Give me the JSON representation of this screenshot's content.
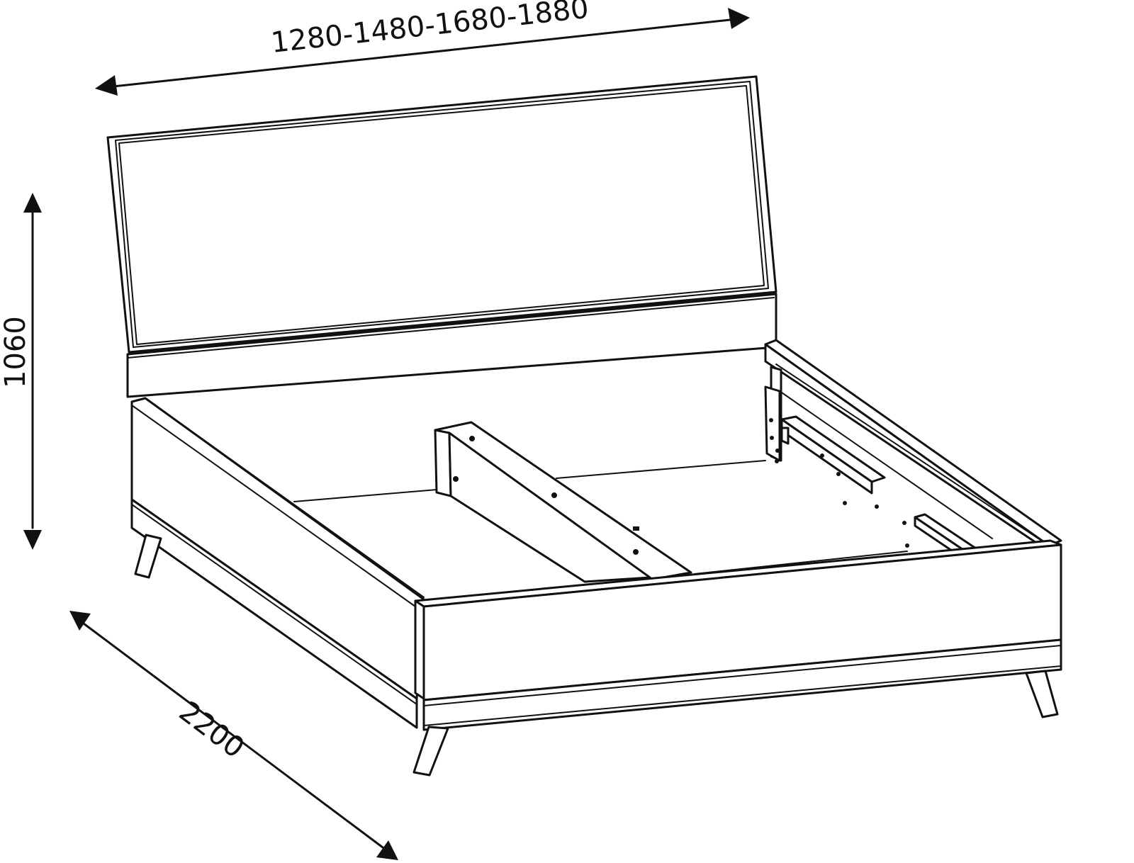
{
  "dimensions": {
    "width_label": "1280-1480-1680-1880",
    "height_label": "1060",
    "length_label": "2200"
  }
}
